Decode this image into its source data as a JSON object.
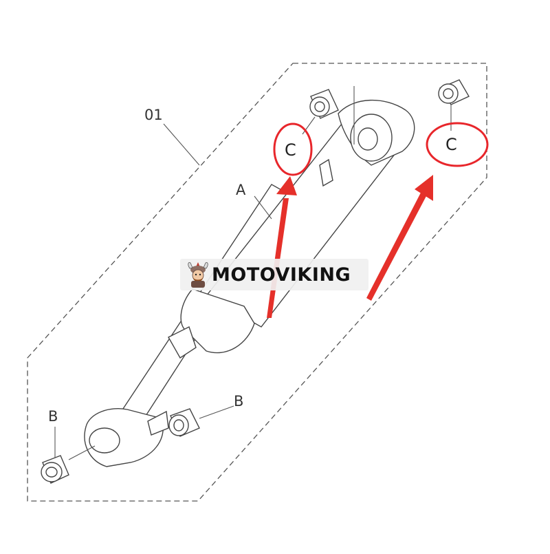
{
  "labels": {
    "item_number": "01",
    "part_a": "A",
    "bushing_b_left": "B",
    "bushing_b_right": "B",
    "bushing_c_left": "C",
    "bushing_c_right": "C"
  },
  "watermark": {
    "brand": "MOTOVIKING"
  },
  "colors": {
    "line": "#555555",
    "highlight": "#e8262b",
    "arrow": "#e5302a"
  }
}
